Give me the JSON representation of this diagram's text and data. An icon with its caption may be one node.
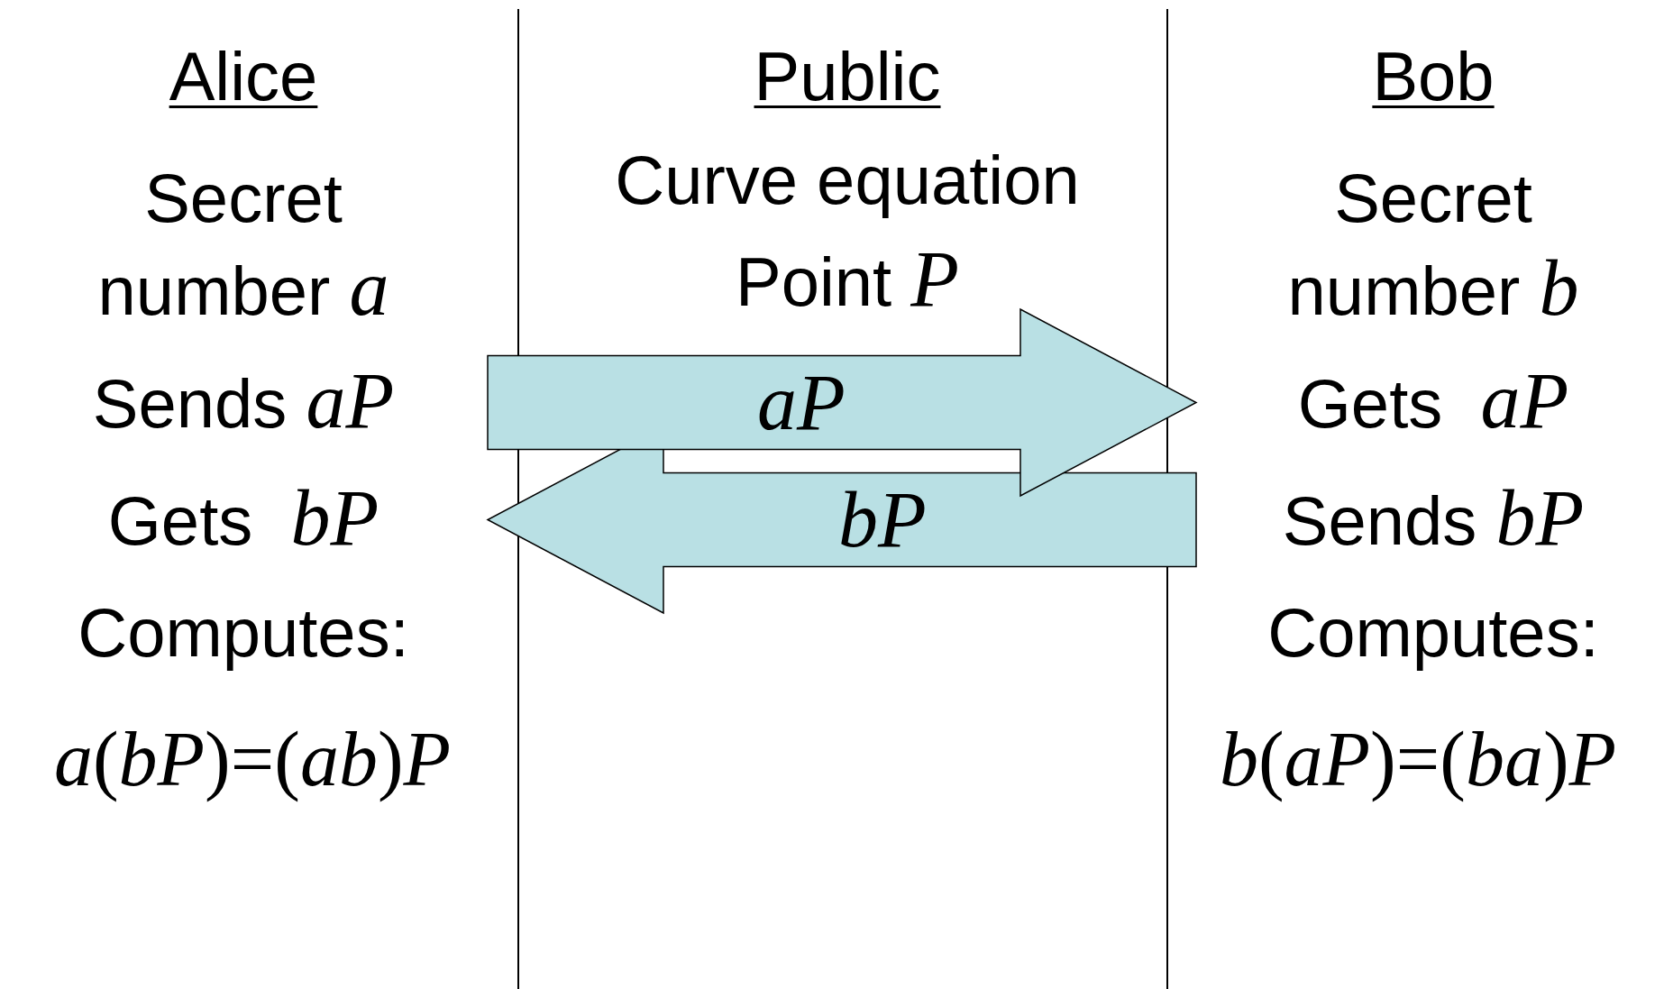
{
  "diagram": {
    "nodes": [
      {
        "text": [
          "Sends *aP*"
        ]
      },
      {
        "text": [
          "Gets  *bP*"
        ]
      },
      {
        "text": [
          "Gets  *aP*"
        ]
      },
      {
        "text": [
          "Sends *bP*"
        ]
      }
    ],
    "edges": [
      {
        "from": 0,
        "to": 2,
        "arrow": "to",
        "label": "*aP*"
      },
      {
        "from": 3,
        "to": 1,
        "arrow": "to",
        "label": "*bP*"
      }
    ],
    "labels": [
      "Alice",
      "Public",
      "Bob",
      "Curve equation",
      "Secret number *a*",
      "Secret number *b*",
      "Point  *P*",
      "Computes:",
      "Computes:",
      "*a*(*bP*)=(*ab*)*P*",
      "*b*(*aP*)=(*ba*)*P*"
    ]
  }
}
